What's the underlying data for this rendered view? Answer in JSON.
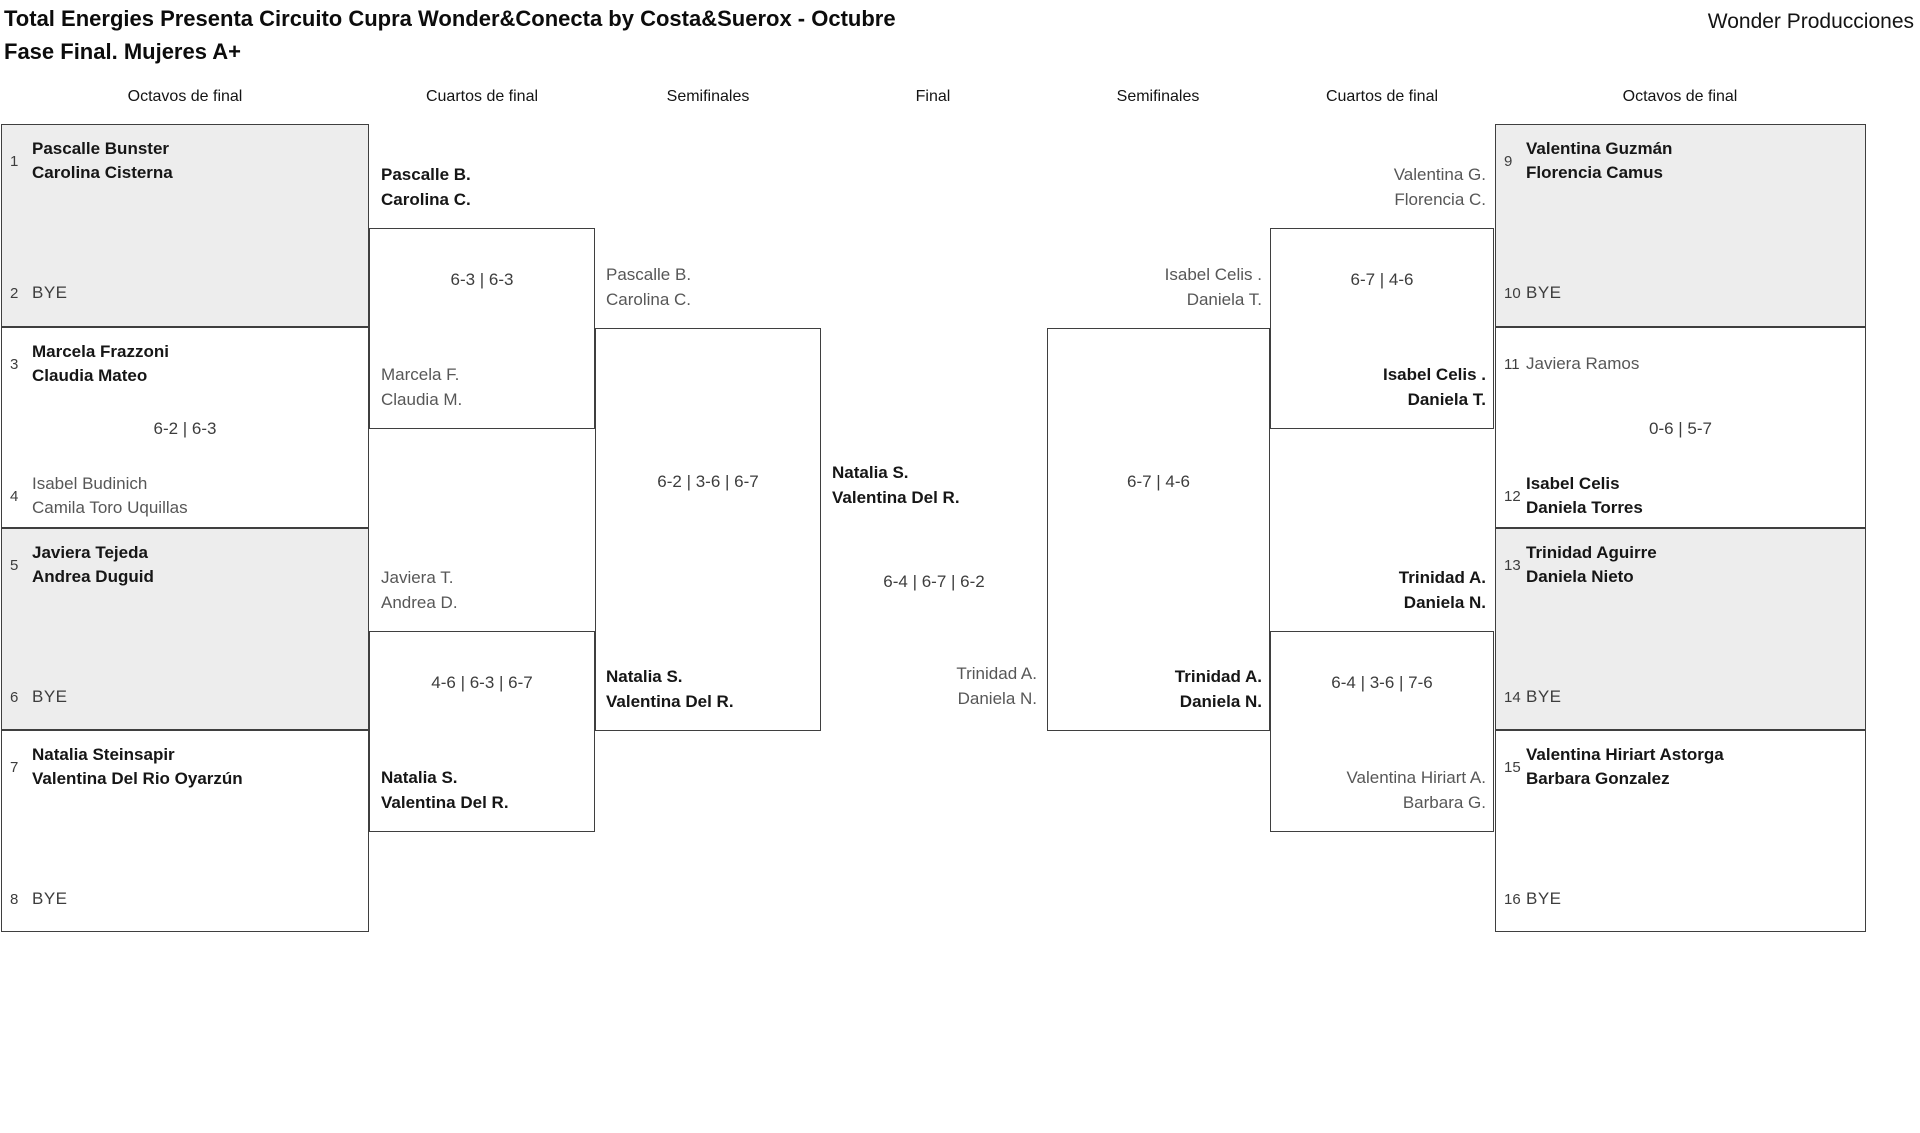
{
  "title": {
    "line1": "Total Energies Presenta Circuito Cupra Wonder&Conecta by Costa&Suerox - Octubre",
    "line2": "Fase Final. Mujeres A+"
  },
  "organizer": "Wonder Producciones",
  "round_headers": [
    "Octavos de final",
    "Cuartos de final",
    "Semifinales",
    "Final",
    "Semifinales",
    "Cuartos de final",
    "Octavos de final"
  ],
  "colors": {
    "winner_text": "#161616",
    "loser_text": "#575757",
    "muted_text": "#3d3d3d",
    "box_border": "#3f3f3f",
    "bye_fill": "#ededed"
  },
  "octavos_left": [
    {
      "shaded": true,
      "score": "",
      "top": {
        "seed": "1",
        "names": [
          "Pascalle Bunster",
          "Carolina Cisterna"
        ],
        "winner": true
      },
      "bottom": {
        "seed": "2",
        "names": [
          "BYE"
        ],
        "bye": true
      }
    },
    {
      "shaded": false,
      "score": "6-2 | 6-3",
      "top": {
        "seed": "3",
        "names": [
          "Marcela Frazzoni",
          "Claudia Mateo"
        ],
        "winner": true
      },
      "bottom": {
        "seed": "4",
        "names": [
          "Isabel Budinich",
          "Camila Toro Uquillas"
        ],
        "winner": false
      }
    },
    {
      "shaded": true,
      "score": "",
      "top": {
        "seed": "5",
        "names": [
          "Javiera Tejeda",
          "Andrea Duguid"
        ],
        "winner": true
      },
      "bottom": {
        "seed": "6",
        "names": [
          "BYE"
        ],
        "bye": true
      }
    },
    {
      "shaded": false,
      "score": "",
      "top": {
        "seed": "7",
        "names": [
          "Natalia Steinsapir",
          "Valentina Del Rio Oyarzún"
        ],
        "winner": true
      },
      "bottom": {
        "seed": "8",
        "names": [
          "BYE"
        ],
        "bye": true
      }
    }
  ],
  "octavos_right": [
    {
      "shaded": true,
      "score": "",
      "top": {
        "seed": "9",
        "names": [
          "Valentina Guzmán",
          "Florencia Camus"
        ],
        "winner": true
      },
      "bottom": {
        "seed": "10",
        "names": [
          "BYE"
        ],
        "bye": true
      }
    },
    {
      "shaded": false,
      "score": "0-6 | 5-7",
      "top": {
        "seed": "11",
        "names": [
          "Javiera Ramos"
        ],
        "winner": false
      },
      "bottom": {
        "seed": "12",
        "names": [
          "Isabel Celis",
          "Daniela Torres"
        ],
        "winner": true
      }
    },
    {
      "shaded": true,
      "score": "",
      "top": {
        "seed": "13",
        "names": [
          "Trinidad Aguirre",
          "Daniela Nieto"
        ],
        "winner": true
      },
      "bottom": {
        "seed": "14",
        "names": [
          "BYE"
        ],
        "bye": true
      }
    },
    {
      "shaded": false,
      "score": "",
      "top": {
        "seed": "15",
        "names": [
          "Valentina Hiriart Astorga",
          "Barbara Gonzalez"
        ],
        "winner": true
      },
      "bottom": {
        "seed": "16",
        "names": [
          "BYE"
        ],
        "bye": true
      }
    }
  ],
  "cuartos_left": [
    {
      "score": "6-3 | 6-3",
      "top": {
        "names": [
          "Pascalle B.",
          "Carolina C."
        ],
        "winner": true
      },
      "bottom": {
        "names": [
          "Marcela F.",
          "Claudia M."
        ],
        "winner": false
      }
    },
    {
      "score": "4-6 | 6-3 | 6-7",
      "top": {
        "names": [
          "Javiera T.",
          "Andrea D."
        ],
        "winner": false
      },
      "bottom": {
        "names": [
          "Natalia S.",
          "Valentina Del R."
        ],
        "winner": true
      }
    }
  ],
  "cuartos_right": [
    {
      "score": "6-7 | 4-6",
      "top": {
        "names": [
          "Valentina G.",
          "Florencia C."
        ],
        "winner": false
      },
      "bottom": {
        "names": [
          "Isabel Celis .",
          "Daniela T."
        ],
        "winner": true
      }
    },
    {
      "score": "6-4 | 3-6 | 7-6",
      "top": {
        "names": [
          "Trinidad A.",
          "Daniela N."
        ],
        "winner": true
      },
      "bottom": {
        "names": [
          "Valentina Hiriart A.",
          "Barbara G."
        ],
        "winner": false
      }
    }
  ],
  "semifinal_left": {
    "score": "6-2 | 3-6 | 6-7",
    "top": {
      "names": [
        "Pascalle B.",
        "Carolina C."
      ],
      "winner": false
    },
    "bottom": {
      "names": [
        "Natalia S.",
        "Valentina Del R."
      ],
      "winner": true
    }
  },
  "semifinal_right": {
    "score": "6-7 | 4-6",
    "top": {
      "names": [
        "Isabel Celis .",
        "Daniela T."
      ],
      "winner": false
    },
    "bottom": {
      "names": [
        "Trinidad A.",
        "Daniela N."
      ],
      "winner": true
    }
  },
  "final": {
    "score": "6-4 | 6-7 | 6-2",
    "left": {
      "names": [
        "Natalia S.",
        "Valentina Del R."
      ],
      "winner": true
    },
    "right": {
      "names": [
        "Trinidad A.",
        "Daniela N."
      ],
      "winner": false
    }
  }
}
